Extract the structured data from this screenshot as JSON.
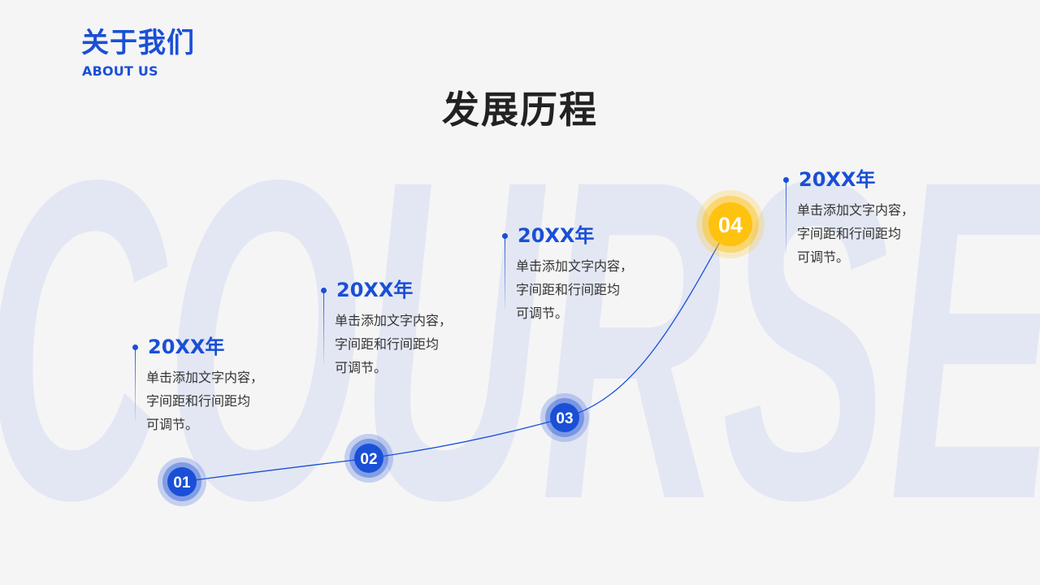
{
  "header": {
    "title": "关于我们",
    "subtitle": "ABOUT US"
  },
  "page_title": "发展历程",
  "watermark_text": "COURSE",
  "colors": {
    "primary_blue": "#1a4fd6",
    "accent_yellow": "#ffc20e",
    "watermark": "#e3e7f3",
    "text_dark": "#222222",
    "text_body": "#333333",
    "background": "#f5f5f6"
  },
  "timeline": {
    "nodes": [
      {
        "label": "01",
        "color": "blue"
      },
      {
        "label": "02",
        "color": "blue"
      },
      {
        "label": "03",
        "color": "blue"
      },
      {
        "label": "04",
        "color": "yellow"
      }
    ],
    "milestones": [
      {
        "year": "20XX年",
        "desc": "单击添加文字内容，\n字间距和行间距均\n可调节。"
      },
      {
        "year": "20XX年",
        "desc": "单击添加文字内容，\n字间距和行间距均\n可调节。"
      },
      {
        "year": "20XX年",
        "desc": "单击添加文字内容，\n字间距和行间距均\n可调节。"
      },
      {
        "year": "20XX年",
        "desc": "单击添加文字内容，\n字间距和行间距均\n可调节。"
      }
    ]
  }
}
